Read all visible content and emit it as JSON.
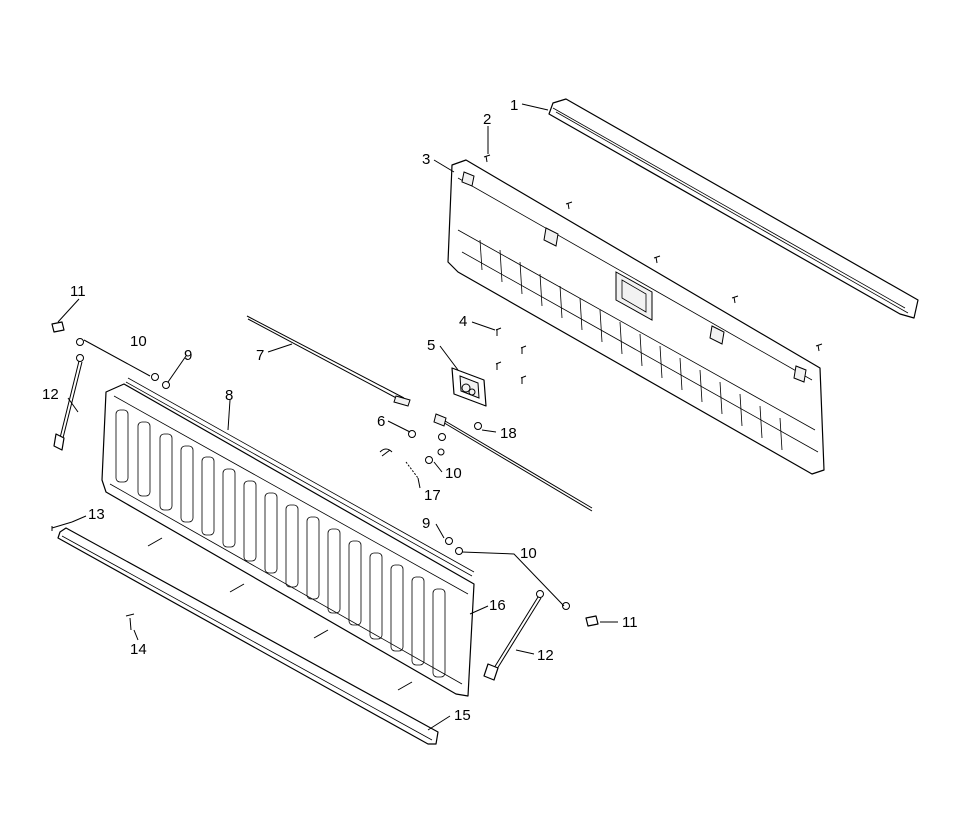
{
  "callouts": [
    {
      "id": "c1",
      "label": "1"
    },
    {
      "id": "c2",
      "label": "2"
    },
    {
      "id": "c3",
      "label": "3"
    },
    {
      "id": "c4",
      "label": "4"
    },
    {
      "id": "c5",
      "label": "5"
    },
    {
      "id": "c6",
      "label": "6"
    },
    {
      "id": "c7",
      "label": "7"
    },
    {
      "id": "c8",
      "label": "8"
    },
    {
      "id": "c9a",
      "label": "9"
    },
    {
      "id": "c9b",
      "label": "9"
    },
    {
      "id": "c10a",
      "label": "10"
    },
    {
      "id": "c10b",
      "label": "10"
    },
    {
      "id": "c10c",
      "label": "10"
    },
    {
      "id": "c11a",
      "label": "11"
    },
    {
      "id": "c11b",
      "label": "11"
    },
    {
      "id": "c12a",
      "label": "12"
    },
    {
      "id": "c12b",
      "label": "12"
    },
    {
      "id": "c13",
      "label": "13"
    },
    {
      "id": "c14",
      "label": "14"
    },
    {
      "id": "c15",
      "label": "15"
    },
    {
      "id": "c16",
      "label": "16"
    },
    {
      "id": "c17",
      "label": "17"
    },
    {
      "id": "c18",
      "label": "18"
    }
  ]
}
